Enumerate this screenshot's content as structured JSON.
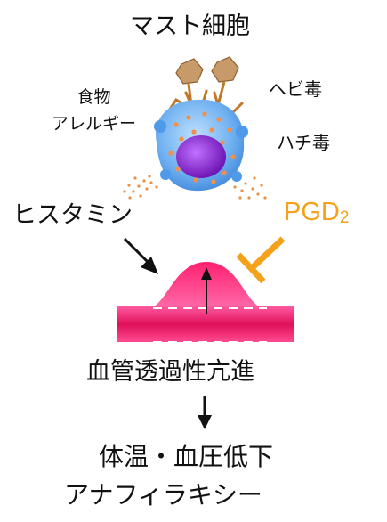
{
  "labels": {
    "title": "マスト細胞",
    "allergy_line1": "食物",
    "allergy_line2": "アレルギー",
    "snake": "ヘビ毒",
    "bee": "ハチ毒",
    "histamine": "ヒスタミン",
    "pgd2_main": "PGD",
    "pgd2_sub": "2",
    "permeability": "血管透過性亢進",
    "bp_drop": "体温・血圧低下",
    "anaphylaxis": "アナフィラキシー"
  },
  "colors": {
    "pgd2": "#f4a11b",
    "cell": "#7fb8f0",
    "nucleus": "#8a2bd6",
    "granule": "#e8924a",
    "vessel": "#e8206a",
    "allergen": "#c09060"
  }
}
